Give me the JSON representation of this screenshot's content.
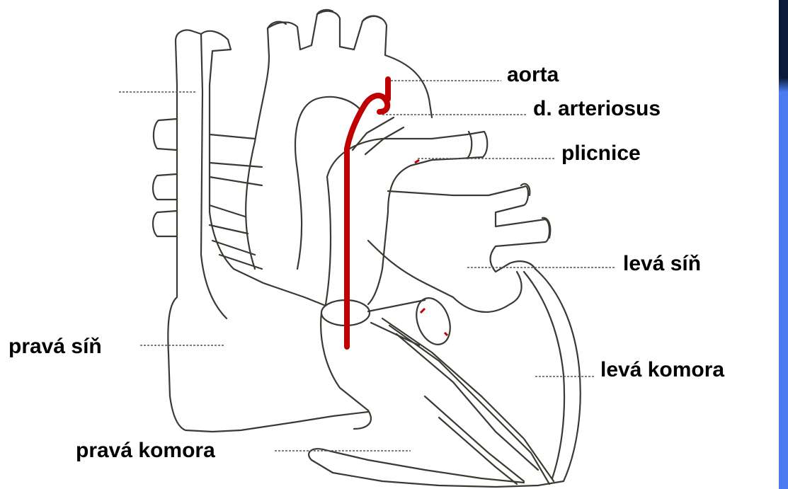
{
  "labels": {
    "aorta": "aorta",
    "arteriosus": "d. arteriosus",
    "plicnice": "plicnice",
    "leva_sin": "levá síň",
    "leva_komora": "levá komora",
    "prava_sin": "pravá síň",
    "prava_komora": "pravá komora"
  },
  "colors": {
    "outline": "#3a3a33",
    "highlight": "#c00000",
    "label": "#000000",
    "accent_bar": "#4a7bf0"
  }
}
